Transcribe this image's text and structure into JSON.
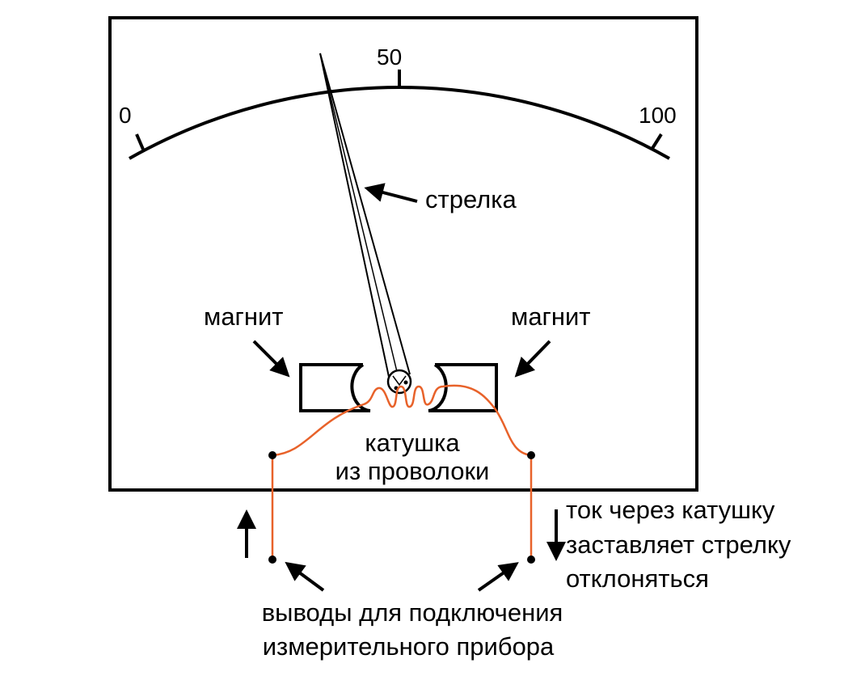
{
  "scale": {
    "min_label": "0",
    "mid_label": "50",
    "max_label": "100"
  },
  "labels": {
    "needle": "стрелка",
    "magnet_left": "магнит",
    "magnet_right": "магнит",
    "coil_line1": "катушка",
    "coil_line2": "из проволоки",
    "current_line1": "ток через катушку",
    "current_line2": "заставляет стрелку",
    "current_line3": "отклоняться",
    "terminals_line1": "выводы для подключения",
    "terminals_line2": "измерительного прибора"
  },
  "colors": {
    "wire": "#e8622a",
    "ink": "#000000"
  }
}
